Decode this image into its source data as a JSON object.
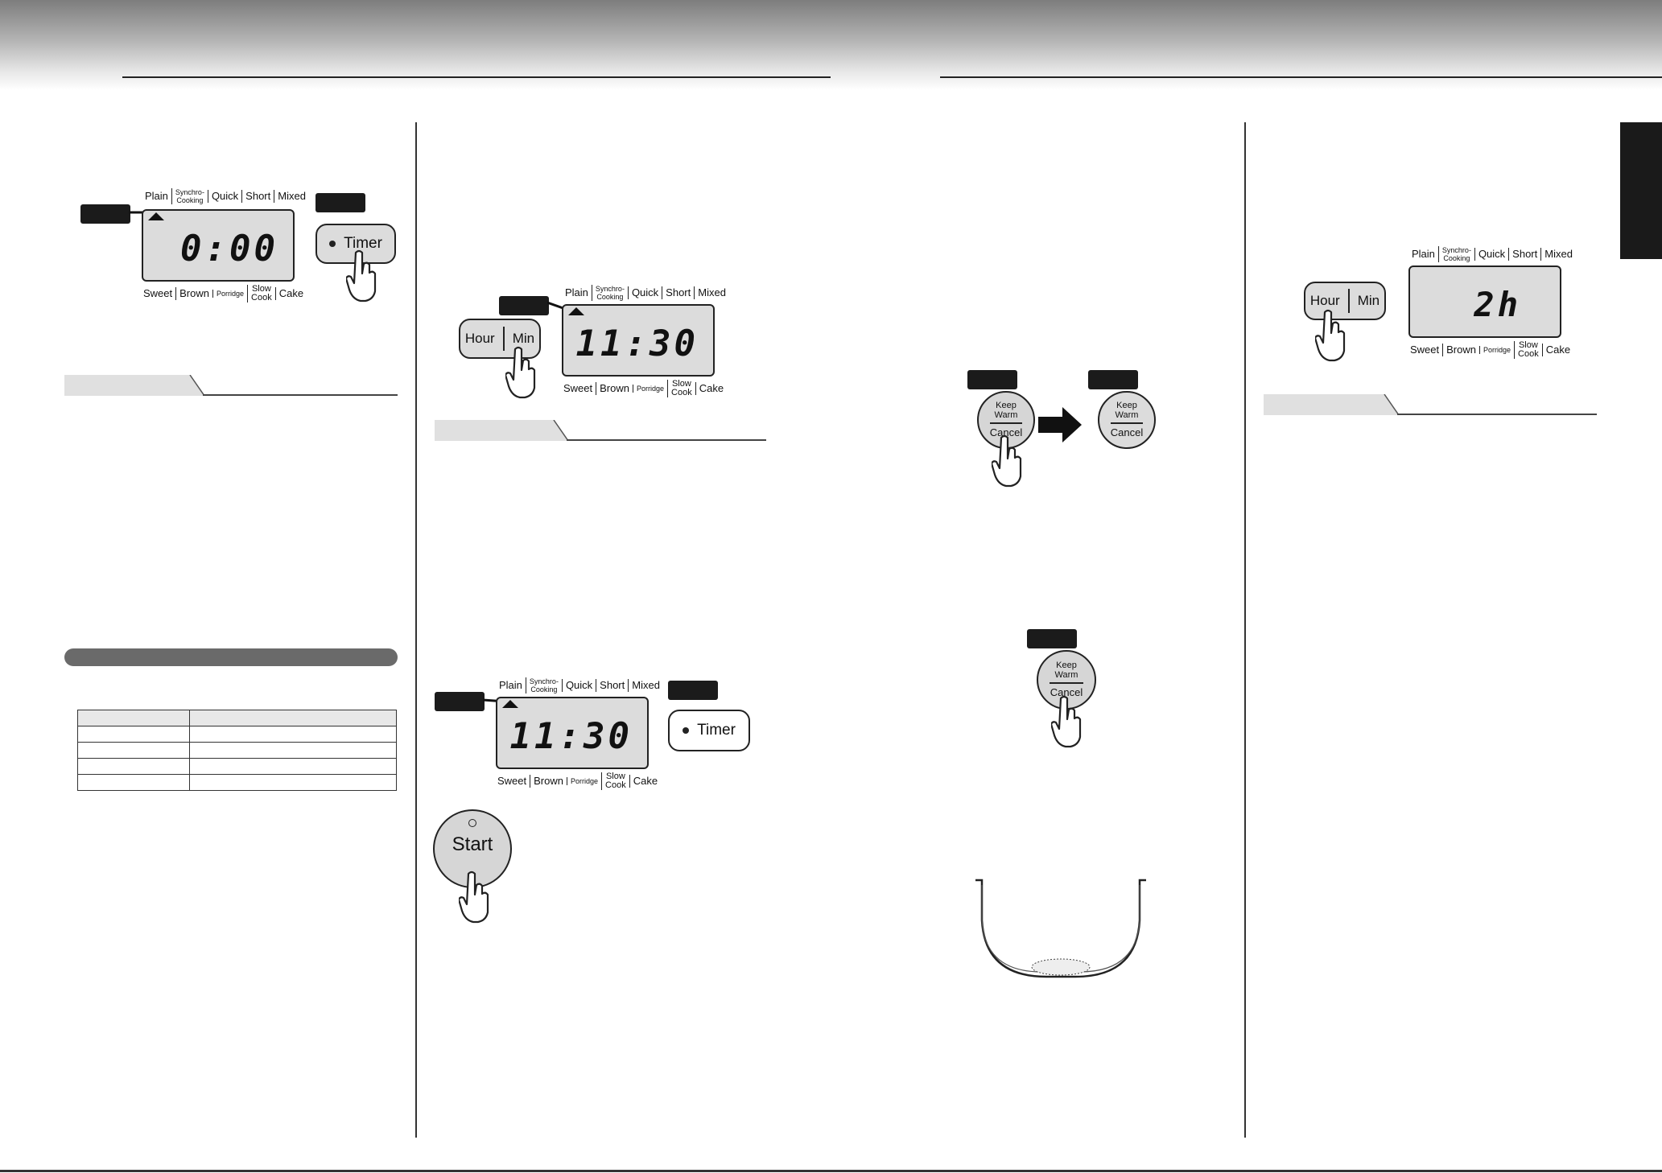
{
  "lcd_modes_top": {
    "plain": "Plain",
    "synchro": "Synchro-\nCooking",
    "quick": "Quick",
    "short": "Short",
    "mixed": "Mixed"
  },
  "lcd_modes_bottom": {
    "sweet": "Sweet",
    "brown": "Brown",
    "porridge": "Porridge",
    "slow": "Slow\nCook",
    "cake": "Cake"
  },
  "displays": {
    "timer_zero": "0:00",
    "time_set": "11:30",
    "time_set2": "11:30",
    "hours": "2h"
  },
  "buttons": {
    "timer": "Timer",
    "hour": "Hour",
    "min": "Min",
    "start": "Start",
    "keep_warm": "Keep\nWarm",
    "cancel": "Cancel"
  },
  "table": {
    "rows": 5
  }
}
